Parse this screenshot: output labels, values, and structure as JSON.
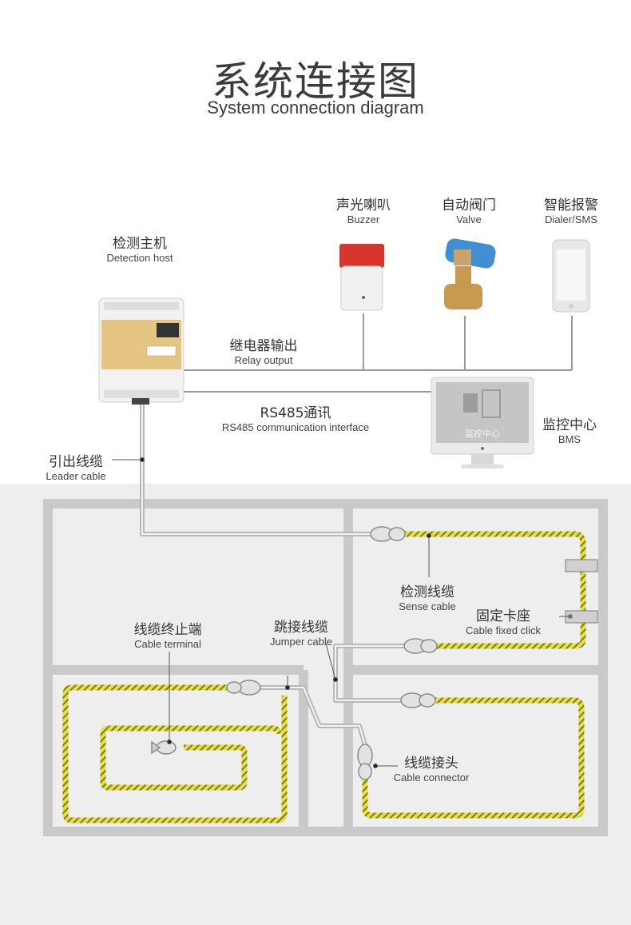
{
  "title": {
    "zh": "系统连接图",
    "en": "System connection diagram"
  },
  "nodes": {
    "host": {
      "zh": "检测主机",
      "en": "Detection host"
    },
    "buzzer": {
      "zh": "声光喇叭",
      "en": "Buzzer"
    },
    "valve": {
      "zh": "自动阀门",
      "en": "Valve"
    },
    "dialer": {
      "zh": "智能报警",
      "en": "Dialer/SMS"
    },
    "bms": {
      "zh": "监控中心",
      "en": "BMS",
      "screen_text": "监控中心"
    },
    "relay": {
      "zh": "继电器输出",
      "en": "Relay output"
    },
    "rs485": {
      "zh": "RS485通讯",
      "en": "RS485 communication interface"
    },
    "leader": {
      "zh": "引出线缆",
      "en": "Leader cable"
    },
    "sense": {
      "zh": "检测线缆",
      "en": "Sense cable"
    },
    "fixed": {
      "zh": "固定卡座",
      "en": "Cable fixed click"
    },
    "terminal": {
      "zh": "线缆终止端",
      "en": "Cable terminal"
    },
    "jumper": {
      "zh": "跳接线缆",
      "en": "Jumper cable"
    },
    "connector": {
      "zh": "线缆接头",
      "en": "Cable connector"
    }
  },
  "colors": {
    "cable_yellow": "#e8e040",
    "cable_stripe": "#8a8a30",
    "device_body": "#f2f2f2",
    "host_panel": "#e6c482",
    "floor": "#e9e9e9",
    "walls": "#c9c9c9",
    "buzzer_red": "#d9352b",
    "valve_blue": "#3f8fd2",
    "valve_brass": "#c79a52"
  },
  "icons": [
    "buzzer-icon",
    "valve-icon",
    "phone-icon",
    "monitor-icon",
    "detection-host-device"
  ]
}
